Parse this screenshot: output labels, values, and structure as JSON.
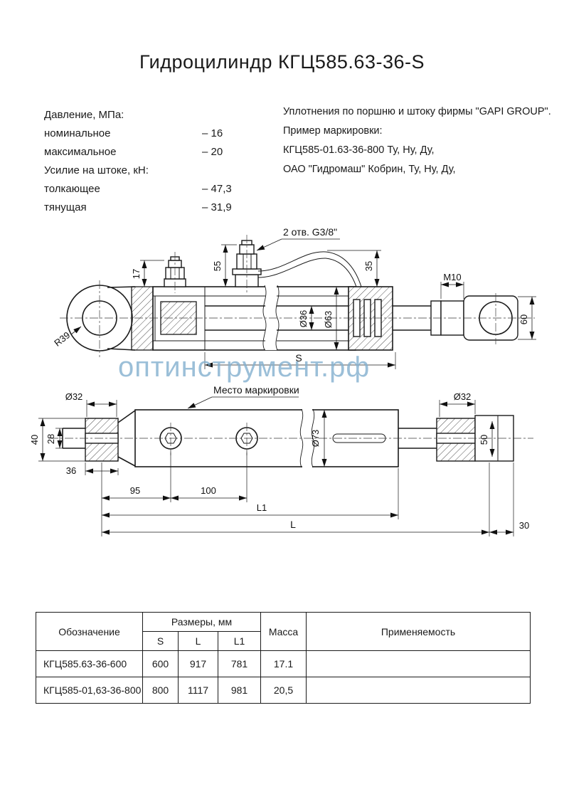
{
  "page": {
    "title": "Гидроцилиндр КГЦ585.63-36-S"
  },
  "specs": {
    "pressure_header": "Давление, МПа:",
    "nominal_label": "номинальное",
    "nominal_value": "– 16",
    "max_label": "максимальное",
    "max_value": "– 20",
    "force_header": "Усилие на штоке, кН:",
    "push_label": "толкающее",
    "push_value": "– 47,3",
    "pull_label": "тянущая",
    "pull_value": "– 31,9"
  },
  "notes": {
    "line1": "Уплотнения по поршню и штоку фирмы \"GAPI GROUP\".",
    "line2": "Пример маркировки:",
    "line3": "КГЦ585-01.63-36-800 Ту, Ну, Ду,",
    "line4": "ОАО \"Гидромаш\" Кобрин, Ту, Ну, Ду,"
  },
  "drawing_top": {
    "ports_note": "2 отв. G3/8\"",
    "dim_17": "17",
    "dim_55": "55",
    "dim_35": "35",
    "thread": "M10",
    "dia_rod": "Ø36",
    "dia_bore": "Ø63",
    "radius": "R39",
    "stroke": "S",
    "dim_60": "60"
  },
  "drawing_bottom": {
    "dia_left": "Ø32",
    "dim_40": "40",
    "dim_28": "28",
    "dim_36": "36",
    "marking_note": "Место маркировки",
    "dia_body": "Ø73",
    "dia_right": "Ø32",
    "dim_50": "50",
    "dim_95": "95",
    "dim_100": "100",
    "dim_l1": "L1",
    "dim_l": "L",
    "dim_30": "30"
  },
  "watermark": "оптинструмент.рф",
  "table": {
    "col_designation": "Обозначение",
    "col_sizes": "Размеры, мм",
    "col_s": "S",
    "col_l": "L",
    "col_l1": "L1",
    "col_mass": "Масса",
    "col_application": "Применяемость",
    "rows": [
      {
        "designation": "КГЦ585.63-36-600",
        "s": "600",
        "l": "917",
        "l1": "781",
        "mass": "17.1",
        "application": ""
      },
      {
        "designation": "КГЦ585-01,63-36-800",
        "s": "800",
        "l": "1117",
        "l1": "981",
        "mass": "20,5",
        "application": ""
      }
    ]
  }
}
